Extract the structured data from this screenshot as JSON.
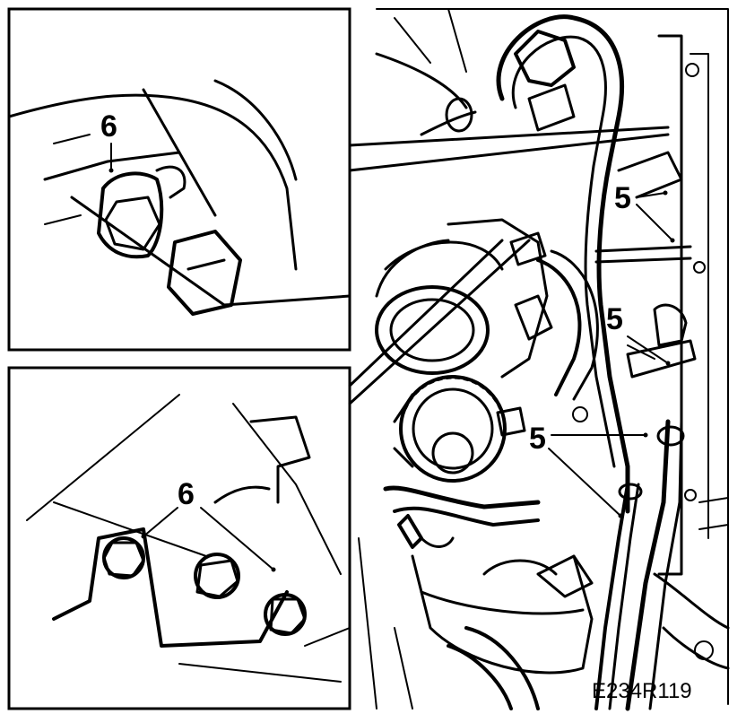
{
  "callouts": {
    "inset_top": "6",
    "inset_bottom": "6",
    "main_upper": "5",
    "main_middle": "5",
    "main_lower": "5"
  },
  "figure_id": "E234R119",
  "colors": {
    "ink": "#000000",
    "paper": "#ffffff"
  }
}
